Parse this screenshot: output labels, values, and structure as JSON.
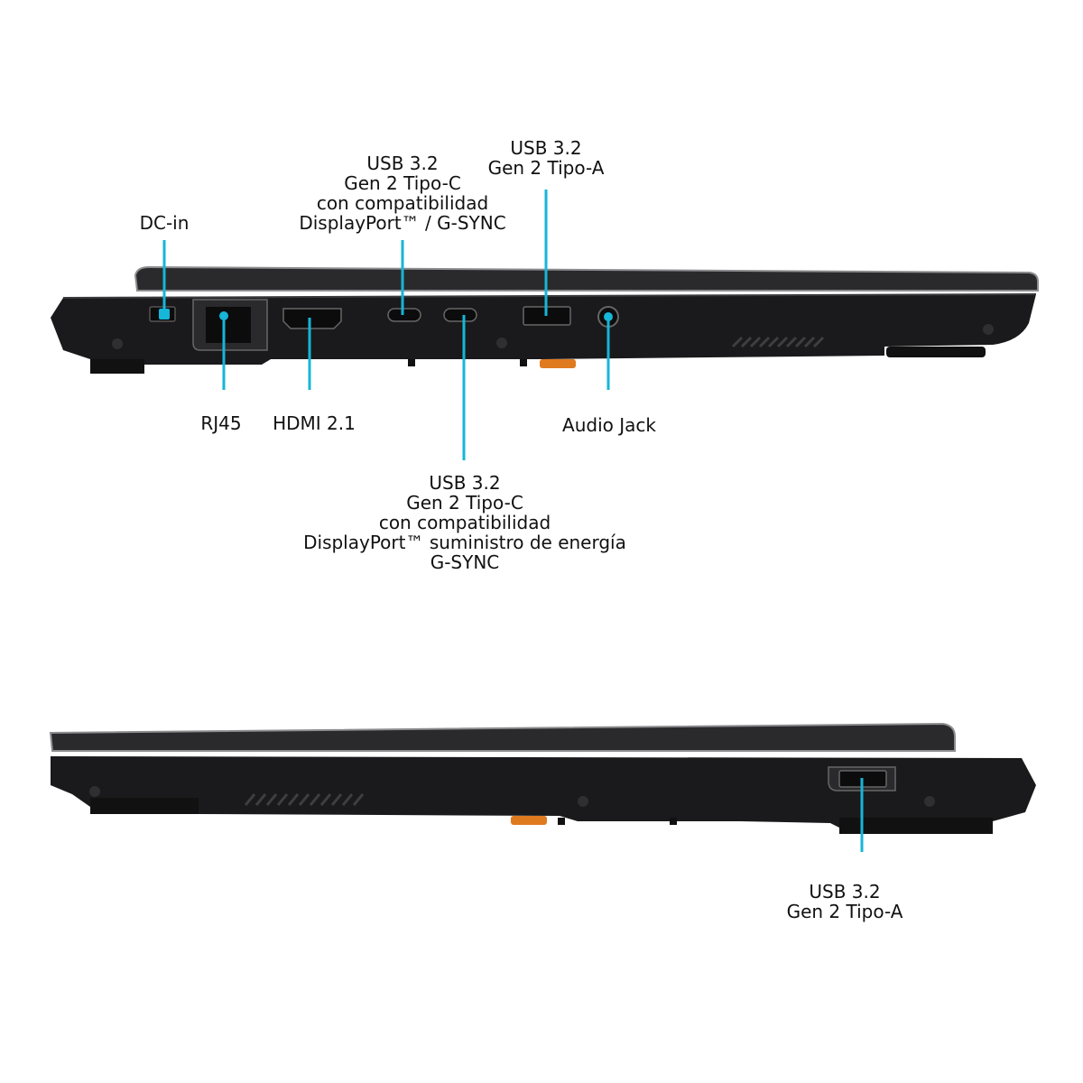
{
  "colors": {
    "callout": "#16b6d8",
    "body_dark": "#1a1a1c",
    "body_mid": "#2a2a2d",
    "lid_edge": "#8d8d90",
    "accent_orange": "#e07a1f",
    "text": "#111111"
  },
  "left_side": {
    "labels": {
      "dc_in": [
        "DC-in"
      ],
      "usb_c_1": [
        "USB 3.2",
        "Gen 2 Tipo-C",
        "con compatibilidad",
        "DisplayPort™ / G-SYNC"
      ],
      "usb_a_1": [
        "USB 3.2",
        "Gen 2 Tipo-A"
      ],
      "rj45": [
        "RJ45"
      ],
      "hdmi": [
        "HDMI 2.1"
      ],
      "audio": [
        "Audio Jack"
      ],
      "usb_c_2": [
        "USB 3.2",
        "Gen 2 Tipo-C",
        "con compatibilidad",
        "DisplayPort™ suministro de energía",
        "G-SYNC"
      ]
    }
  },
  "right_side": {
    "labels": {
      "usb_a_2": [
        "USB 3.2",
        "Gen 2 Tipo-A"
      ]
    }
  }
}
